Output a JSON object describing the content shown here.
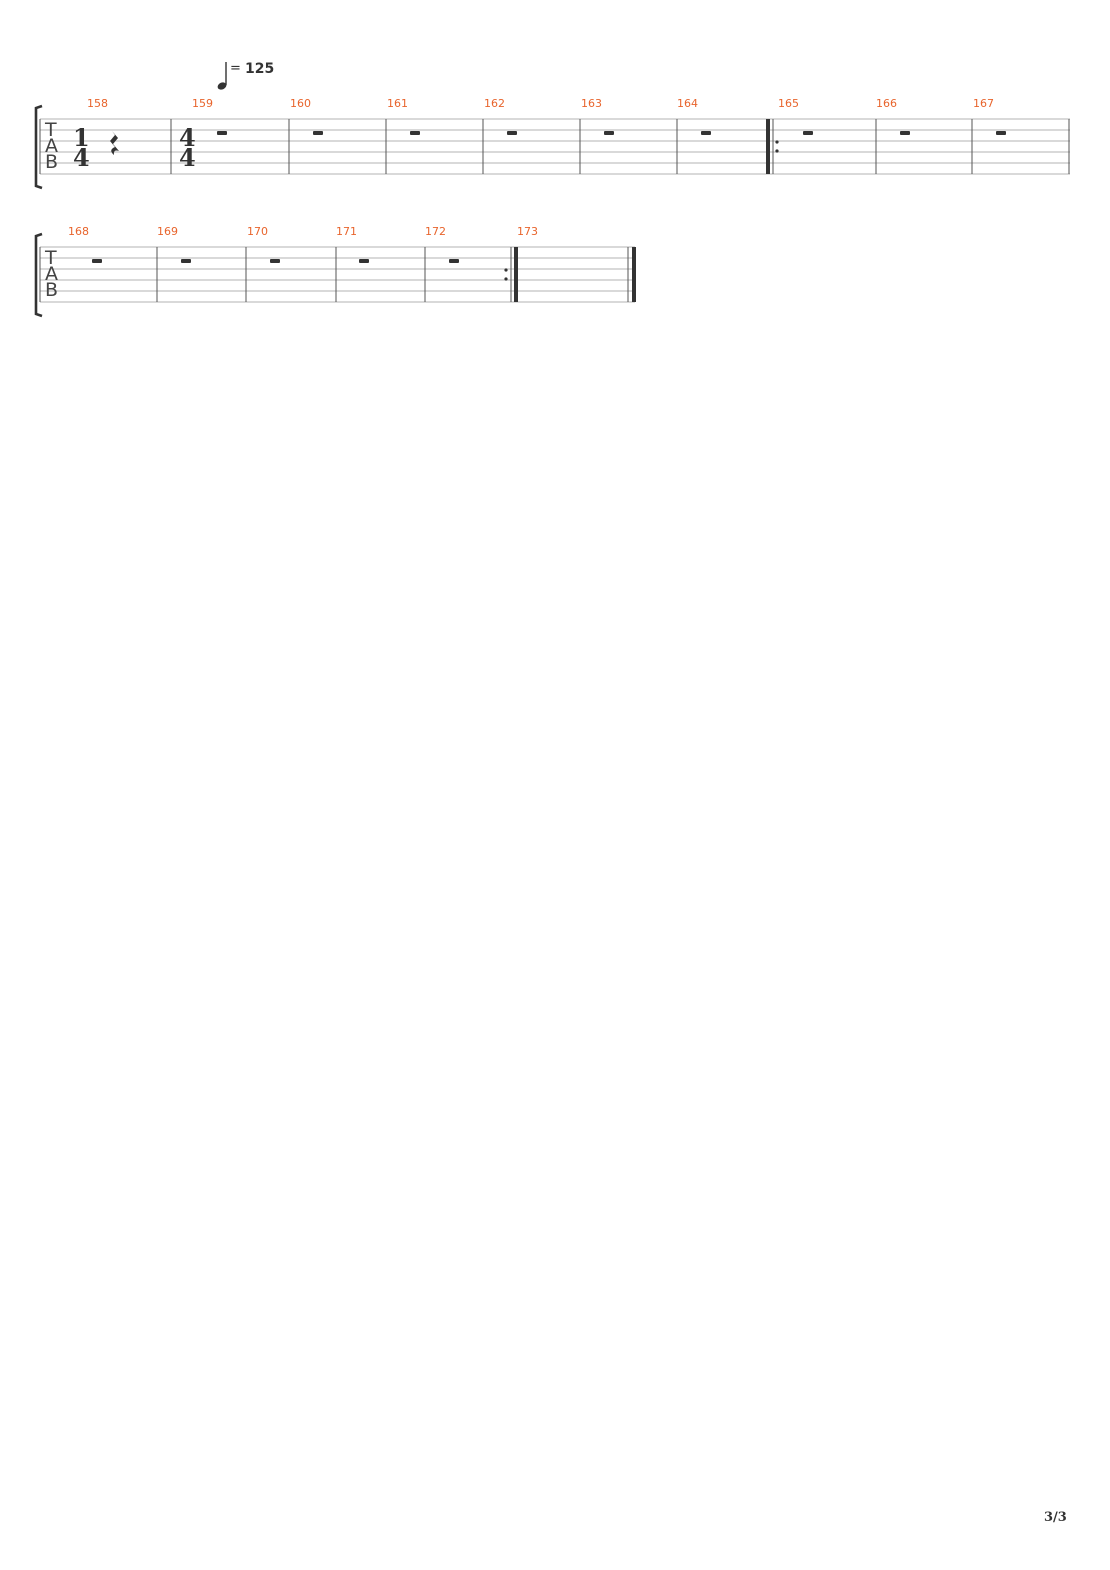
{
  "tempo": {
    "equals": "=",
    "value": "125"
  },
  "tab_letters": [
    "T",
    "A",
    "B"
  ],
  "systems": [
    {
      "measures": [
        "158",
        "159",
        "160",
        "161",
        "162",
        "163",
        "164",
        "165",
        "166",
        "167"
      ],
      "time_signatures": [
        {
          "measure": "158",
          "top": "1",
          "bottom": "4"
        },
        {
          "measure": "159",
          "top": "4",
          "bottom": "4"
        }
      ],
      "repeat_start_at": "165"
    },
    {
      "measures": [
        "168",
        "169",
        "170",
        "171",
        "172",
        "173"
      ],
      "repeat_end_at": "172",
      "final_barline": true
    }
  ],
  "page_number": "3/3",
  "colors": {
    "measure_number": "#e8642c",
    "staff_line": "#b3b3b3",
    "ink": "#333333"
  }
}
